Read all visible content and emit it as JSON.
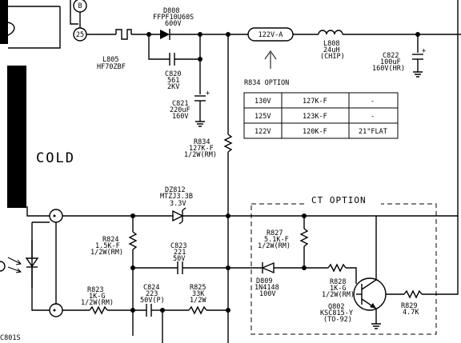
{
  "labels": {
    "d808_ref": "D808",
    "d808_part": "FFPF10U60S",
    "d808_volt": "600V",
    "l805_ref": "L805",
    "l805_part": "HF70ZBF",
    "c820_ref": "C820",
    "c820_val": "561",
    "c820_volt": "2KV",
    "c821_ref": "C821",
    "c821_val": "220uF",
    "c821_volt": "160V",
    "out_tag": "122V-A",
    "l808_ref": "L808",
    "l808_val": "24uH",
    "l808_type": "(CHIP)",
    "c822_ref": "C822",
    "c822_val": "100uF",
    "c822_volt": "160V(HR)",
    "r834_option": "R834 OPTION",
    "r834_ref": "R834",
    "r834_val": "127K-F",
    "r834_power": "1/2W(RM)",
    "cold": "COLD",
    "ct_option": "CT OPTION",
    "dz812_ref": "DZ812",
    "dz812_part": "MTZJ3.3B",
    "dz812_volt": "3.3V",
    "r824_ref": "R824",
    "r824_val": "1.5K-F",
    "r824_power": "1/2W(RM)",
    "c823_ref": "C823",
    "c823_val": "221",
    "c823_volt": "50V",
    "r827_ref": "R827",
    "r827_val": "5.1K-F",
    "r827_power": "1/2W(RM)",
    "d809_ref": "D809",
    "d809_part": "1N4148",
    "d809_volt": "100V",
    "r823_ref": "R823",
    "r823_val": "1K-G",
    "r823_power": "1/2W(RM)",
    "c824_ref": "C824",
    "c824_val": "223",
    "c824_volt": "50V(P)",
    "r825_ref": "R825",
    "r825_val": "33K",
    "r825_power": "1/2W",
    "r828_ref": "R828",
    "r828_val": "1K-G",
    "r828_power": "1/2W(RM)",
    "q802_ref": "Q802",
    "q802_part": "KSC815-Y",
    "q802_pkg": "(TO-92)",
    "r829_ref": "R829",
    "r829_val": "4.7K",
    "pin_b": "B",
    "pin_25": "25",
    "c801s": "C801S"
  },
  "option_table": [
    [
      "130V",
      "127K-F",
      "-"
    ],
    [
      "125V",
      "123K-F",
      "-"
    ],
    [
      "122V",
      "120K-F",
      "21\"FLAT"
    ]
  ]
}
